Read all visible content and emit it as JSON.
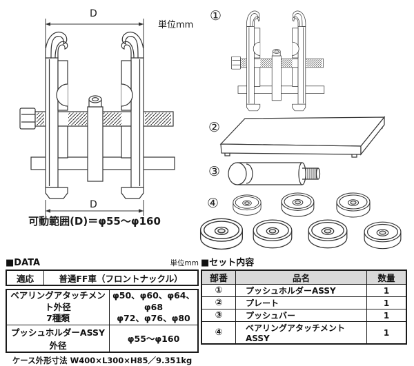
{
  "diagram": {
    "unit_label": "単位mm",
    "dim_label": "D",
    "range_text": "可動範囲(D)＝φ55～φ160"
  },
  "data_section": {
    "title": "■DATA",
    "unit_label": "単位mm",
    "rows": [
      {
        "label": "適応",
        "value": "普通FF車（フロントナックル）"
      },
      {
        "label_line1": "ベアリングアタッチメント外径",
        "label_line2": "7種類",
        "value_line1": "φ50、φ60、φ64、φ68",
        "value_line2": "φ72、φ76、φ80"
      },
      {
        "label": "プッシュホルダーASSY外径",
        "value": "φ55～φ160"
      }
    ],
    "caption": "ケース外形寸法 W400×L300×H85／9.351kg"
  },
  "set_section": {
    "title": "■セット内容",
    "headers": {
      "part_no": "部番",
      "name": "品名",
      "qty": "数量"
    },
    "rows": [
      {
        "no": "①",
        "name": "プッシュホルダーASSY",
        "qty": "1"
      },
      {
        "no": "②",
        "name": "プレート",
        "qty": "1"
      },
      {
        "no": "③",
        "name": "プッシュバー",
        "qty": "1"
      },
      {
        "no": "④",
        "name": "ベアリングアタッチメントASSY",
        "qty": "1"
      }
    ]
  }
}
